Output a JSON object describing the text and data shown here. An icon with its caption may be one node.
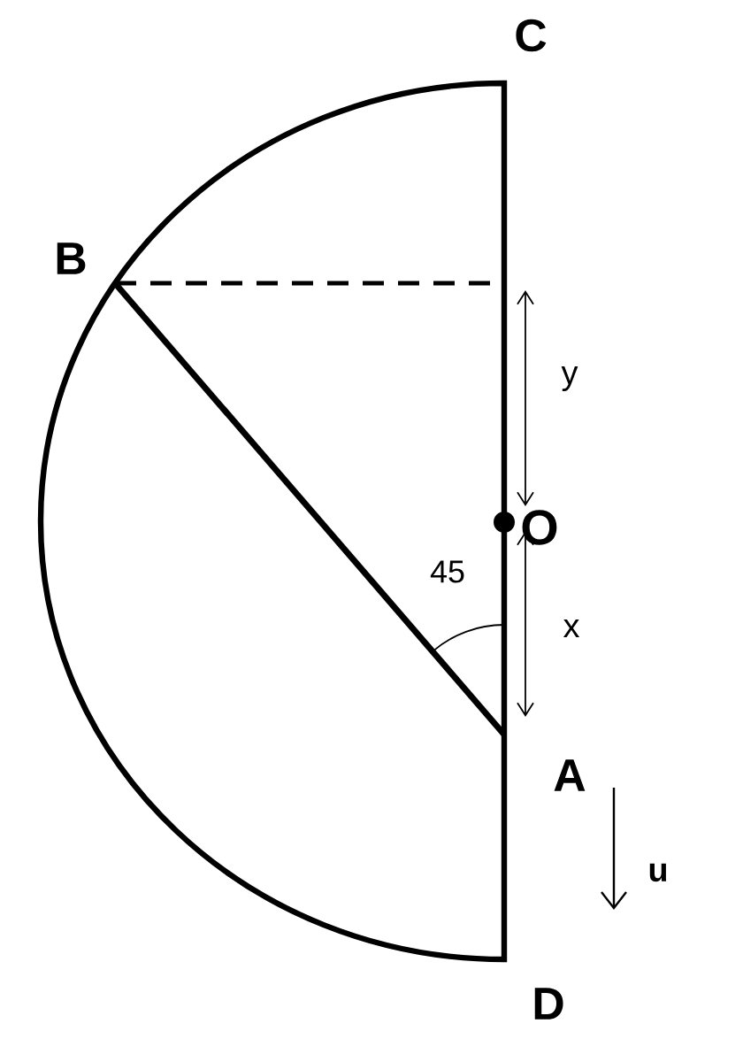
{
  "diagram": {
    "labels": [
      "C",
      "B",
      "y",
      "O",
      "45",
      "x",
      "A",
      "u",
      "D"
    ]
  }
}
